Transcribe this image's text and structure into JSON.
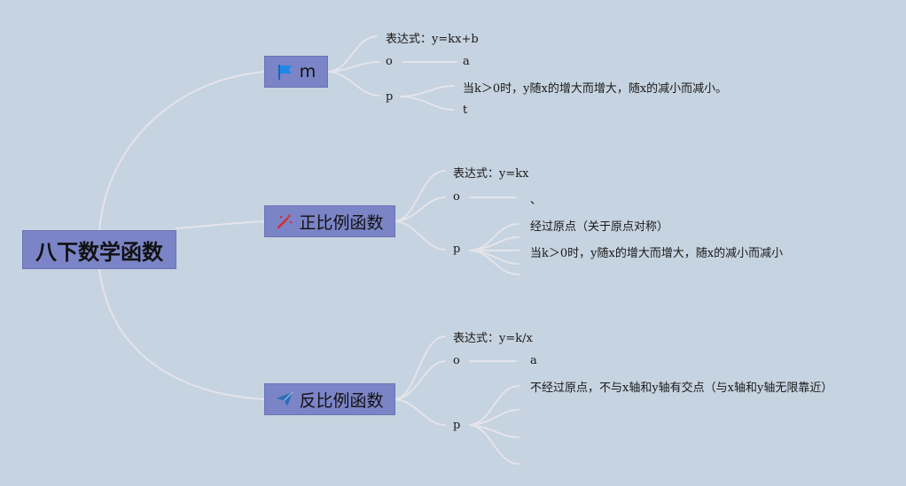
{
  "root": {
    "label": "八下数学函数"
  },
  "branches": [
    {
      "label": "m",
      "icon": "flag-icon",
      "expression": "表达式：y=kx+b",
      "o_label": "o",
      "o_child": "a",
      "p_label": "p",
      "p_children": [
        "当k＞0时，y随x的增大而增大，随x的减小而减小。",
        "t"
      ]
    },
    {
      "label": "正比例函数",
      "icon": "magic-wand-icon",
      "expression": "表达式：y=kx",
      "o_label": "o",
      "o_child": "、",
      "p_label": "p",
      "p_children": [
        "经过原点（关于原点对称）",
        "当k＞0时，y随x的增大而增大，随x的减小而减小"
      ]
    },
    {
      "label": "反比例函数",
      "icon": "paper-plane-icon",
      "expression": "表达式：y=k/x",
      "o_label": "o",
      "o_child": "a",
      "p_label": "p",
      "p_children": [
        "不经过原点，不与x轴和y轴有交点（与x轴和y轴无限靠近）"
      ]
    }
  ],
  "colors": {
    "background": "#c6d3e0",
    "node": "#7b84c6",
    "connector": "#e4e4ea",
    "flag": "#1e88e5",
    "wand": "#d32f2f",
    "plane": "#2b6fb8"
  }
}
